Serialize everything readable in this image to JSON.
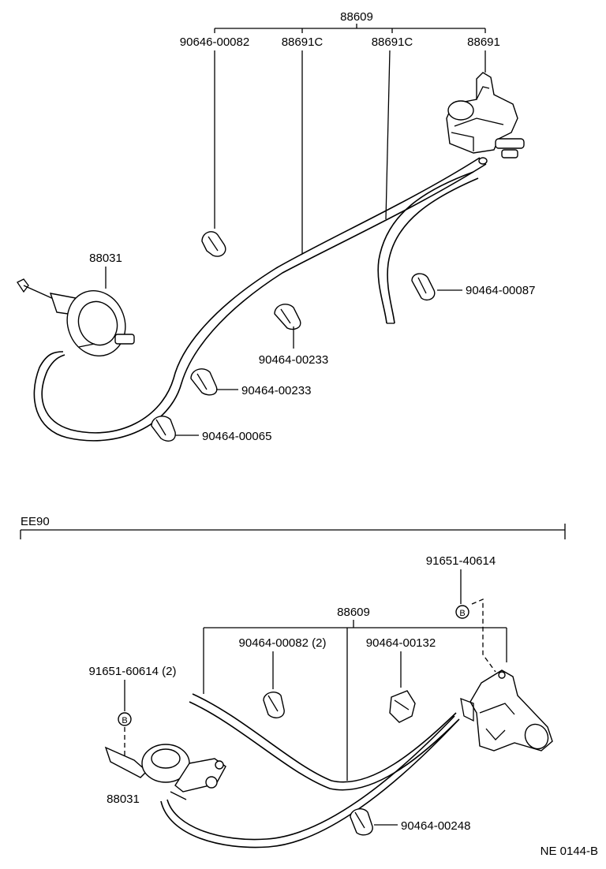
{
  "upper_section": {
    "assembly_label": "88609",
    "labels": {
      "clamp_top": "90646-00082",
      "hose_a": "88691C",
      "hose_b": "88691C",
      "vsv": "88691",
      "actuator": "88031",
      "clamp_right": "90464-00087",
      "clamp_mid": "90464-00233",
      "clamp_lower": "90464-00233",
      "clamp_bottom": "90464-00065"
    }
  },
  "lower_section": {
    "variant_label": "EE90",
    "assembly_label": "88609",
    "labels": {
      "bolt_right": "91651-40614",
      "clamp_a": "90464-00082 (2)",
      "clamp_b": "90464-00132",
      "bolt_left": "91651-60614 (2)",
      "actuator": "88031",
      "clamp_bottom": "90464-00248"
    },
    "bolt_marker": "B"
  },
  "footer": {
    "diagram_code": "NE 0144-B"
  }
}
